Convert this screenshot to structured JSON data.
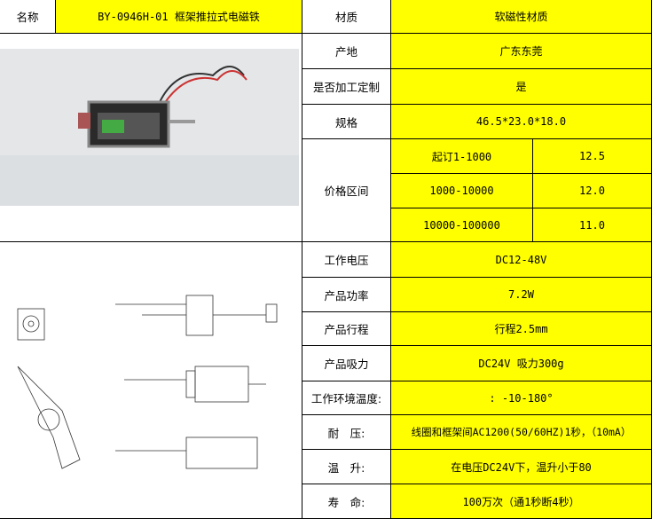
{
  "header": {
    "name_label": "名称",
    "name_value": "BY-0946H-01 框架推拉式电磁铁"
  },
  "specs": [
    {
      "label": "材质",
      "value": "软磁性材质"
    },
    {
      "label": "产地",
      "value": "广东东莞"
    },
    {
      "label": "是否加工定制",
      "value": "是"
    },
    {
      "label": "规格",
      "value": "46.5*23.0*18.0"
    }
  ],
  "price": {
    "label": "价格区间",
    "tiers": [
      {
        "qty": "起订1-1000",
        "price": "12.5"
      },
      {
        "qty": "1000-10000",
        "price": "12.0"
      },
      {
        "qty": "10000-100000",
        "price": "11.0"
      }
    ]
  },
  "specs2": [
    {
      "label": "工作电压",
      "value": "DC12-48V"
    },
    {
      "label": "产品功率",
      "value": "7.2W"
    },
    {
      "label": "产品行程",
      "value": "行程2.5mm"
    },
    {
      "label": "产品吸力",
      "value": "DC24V 吸力300g"
    },
    {
      "label": "工作环境温度:",
      "value": ": -10-180°"
    },
    {
      "label": "耐　压:",
      "value": "线圈和框架间AC1200(50/60HZ)1秒，（10mA）"
    },
    {
      "label": "温　升:",
      "value": "在电压DC24V下，温升小于80"
    },
    {
      "label": "寿　命:",
      "value": "100万次（通1秒断4秒）"
    }
  ],
  "colors": {
    "highlight": "#ffff00"
  }
}
